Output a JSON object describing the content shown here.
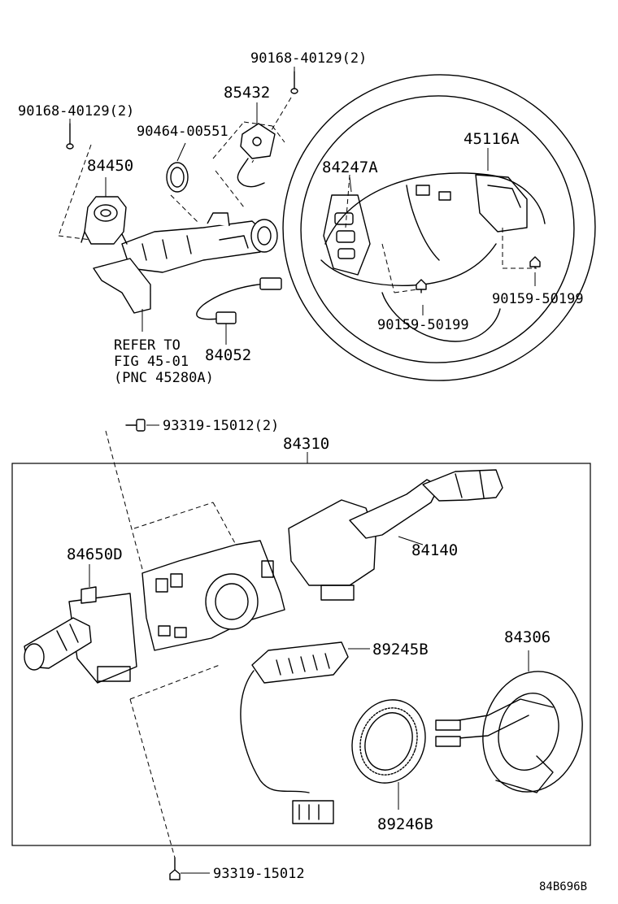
{
  "diagram": {
    "labels": {
      "p90168_top": "90168-40129(2)",
      "p85432": "85432",
      "p90168_left": "90168-40129(2)",
      "p90464": "90464-00551",
      "p84450": "84450",
      "p45116a": "45116A",
      "p84247a": "84247A",
      "refer_1": "REFER TO",
      "refer_2": "FIG 45-01",
      "refer_3": "(PNC 45280A)",
      "p84052": "84052",
      "p90159_right": "90159-50199",
      "p90159_mid": "90159-50199",
      "p93319_top": "93319-15012(2)",
      "p84310": "84310",
      "p84650d": "84650D",
      "p84140": "84140",
      "p89245b": "89245B",
      "p84306": "84306",
      "p89246b": "89246B",
      "p93319_bottom": "93319-15012",
      "code": "84B696B"
    }
  }
}
